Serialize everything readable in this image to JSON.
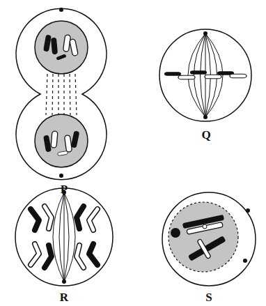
{
  "diagram": {
    "labels": [
      "P",
      "Q",
      "R",
      "S"
    ]
  }
}
